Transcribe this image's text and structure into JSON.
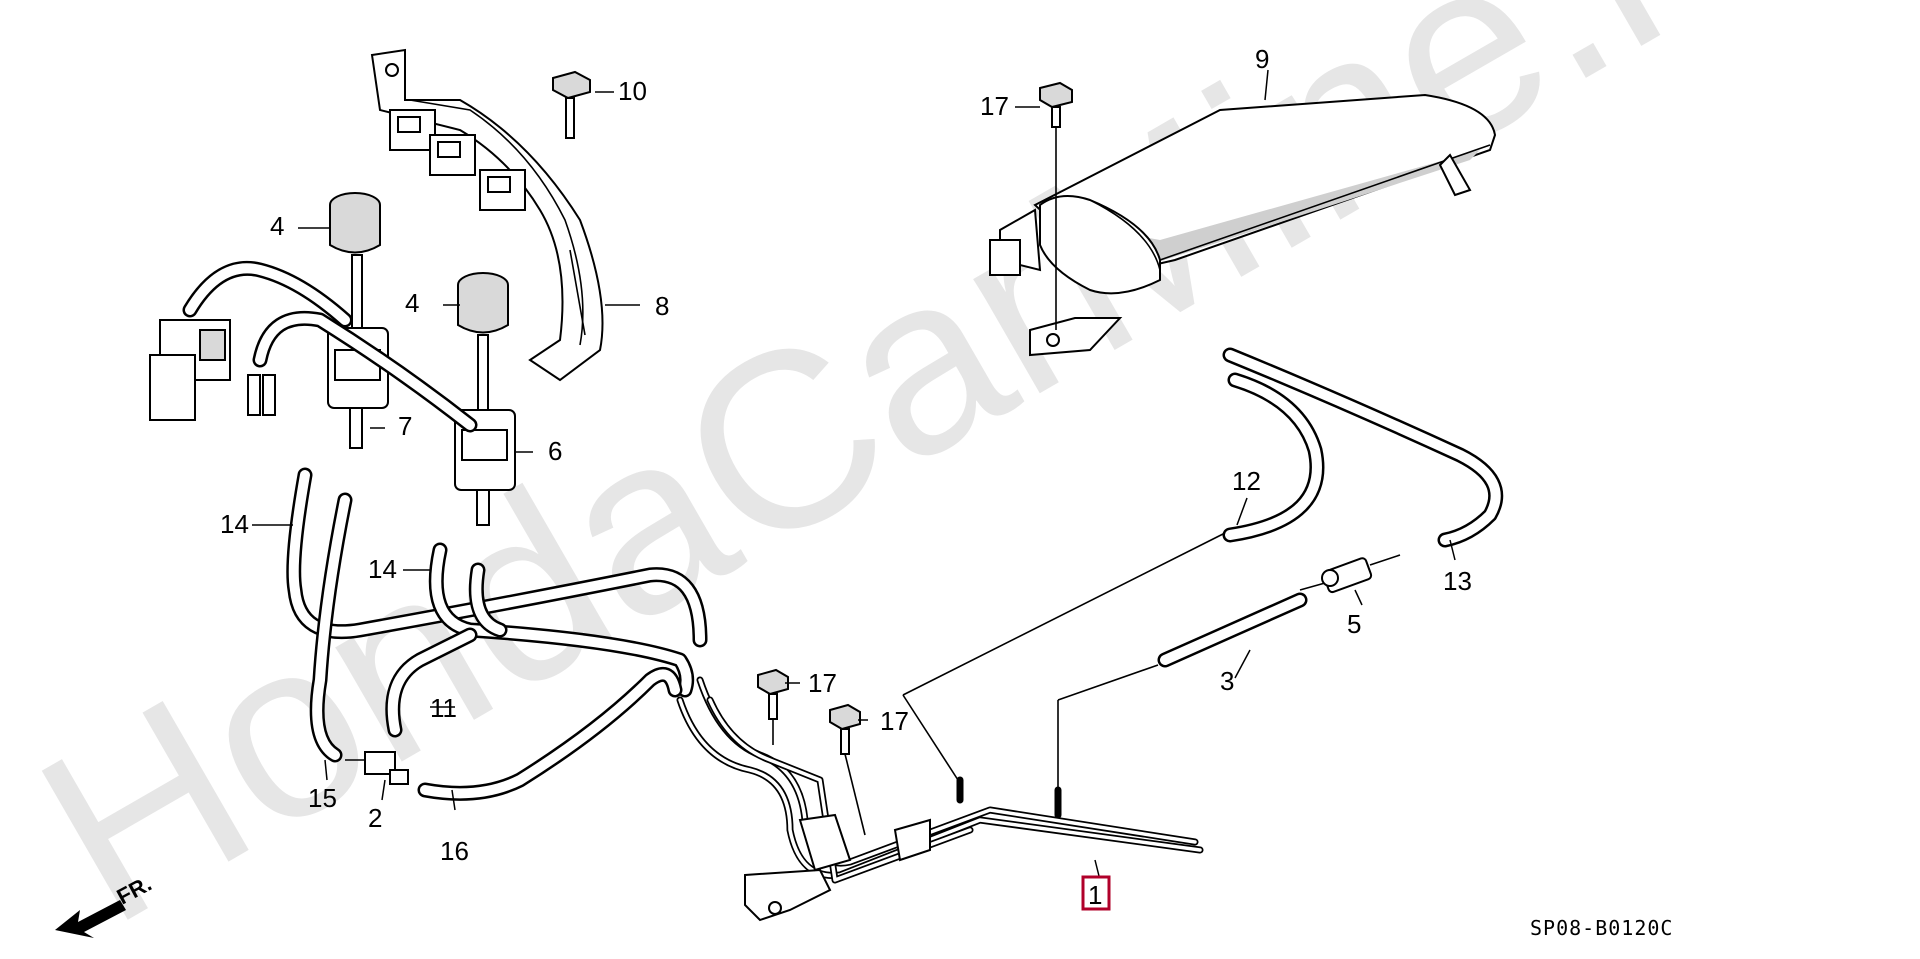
{
  "diagram": {
    "watermark": "HondaCarMine.ru",
    "direction_label": "FR.",
    "diagram_code": "SP08-B0120C",
    "highlighted_part": "1",
    "callouts": [
      "1",
      "2",
      "3",
      "4",
      "4",
      "5",
      "6",
      "7",
      "8",
      "9",
      "10",
      "11",
      "12",
      "13",
      "14",
      "14",
      "15",
      "16",
      "17",
      "17",
      "17"
    ]
  }
}
